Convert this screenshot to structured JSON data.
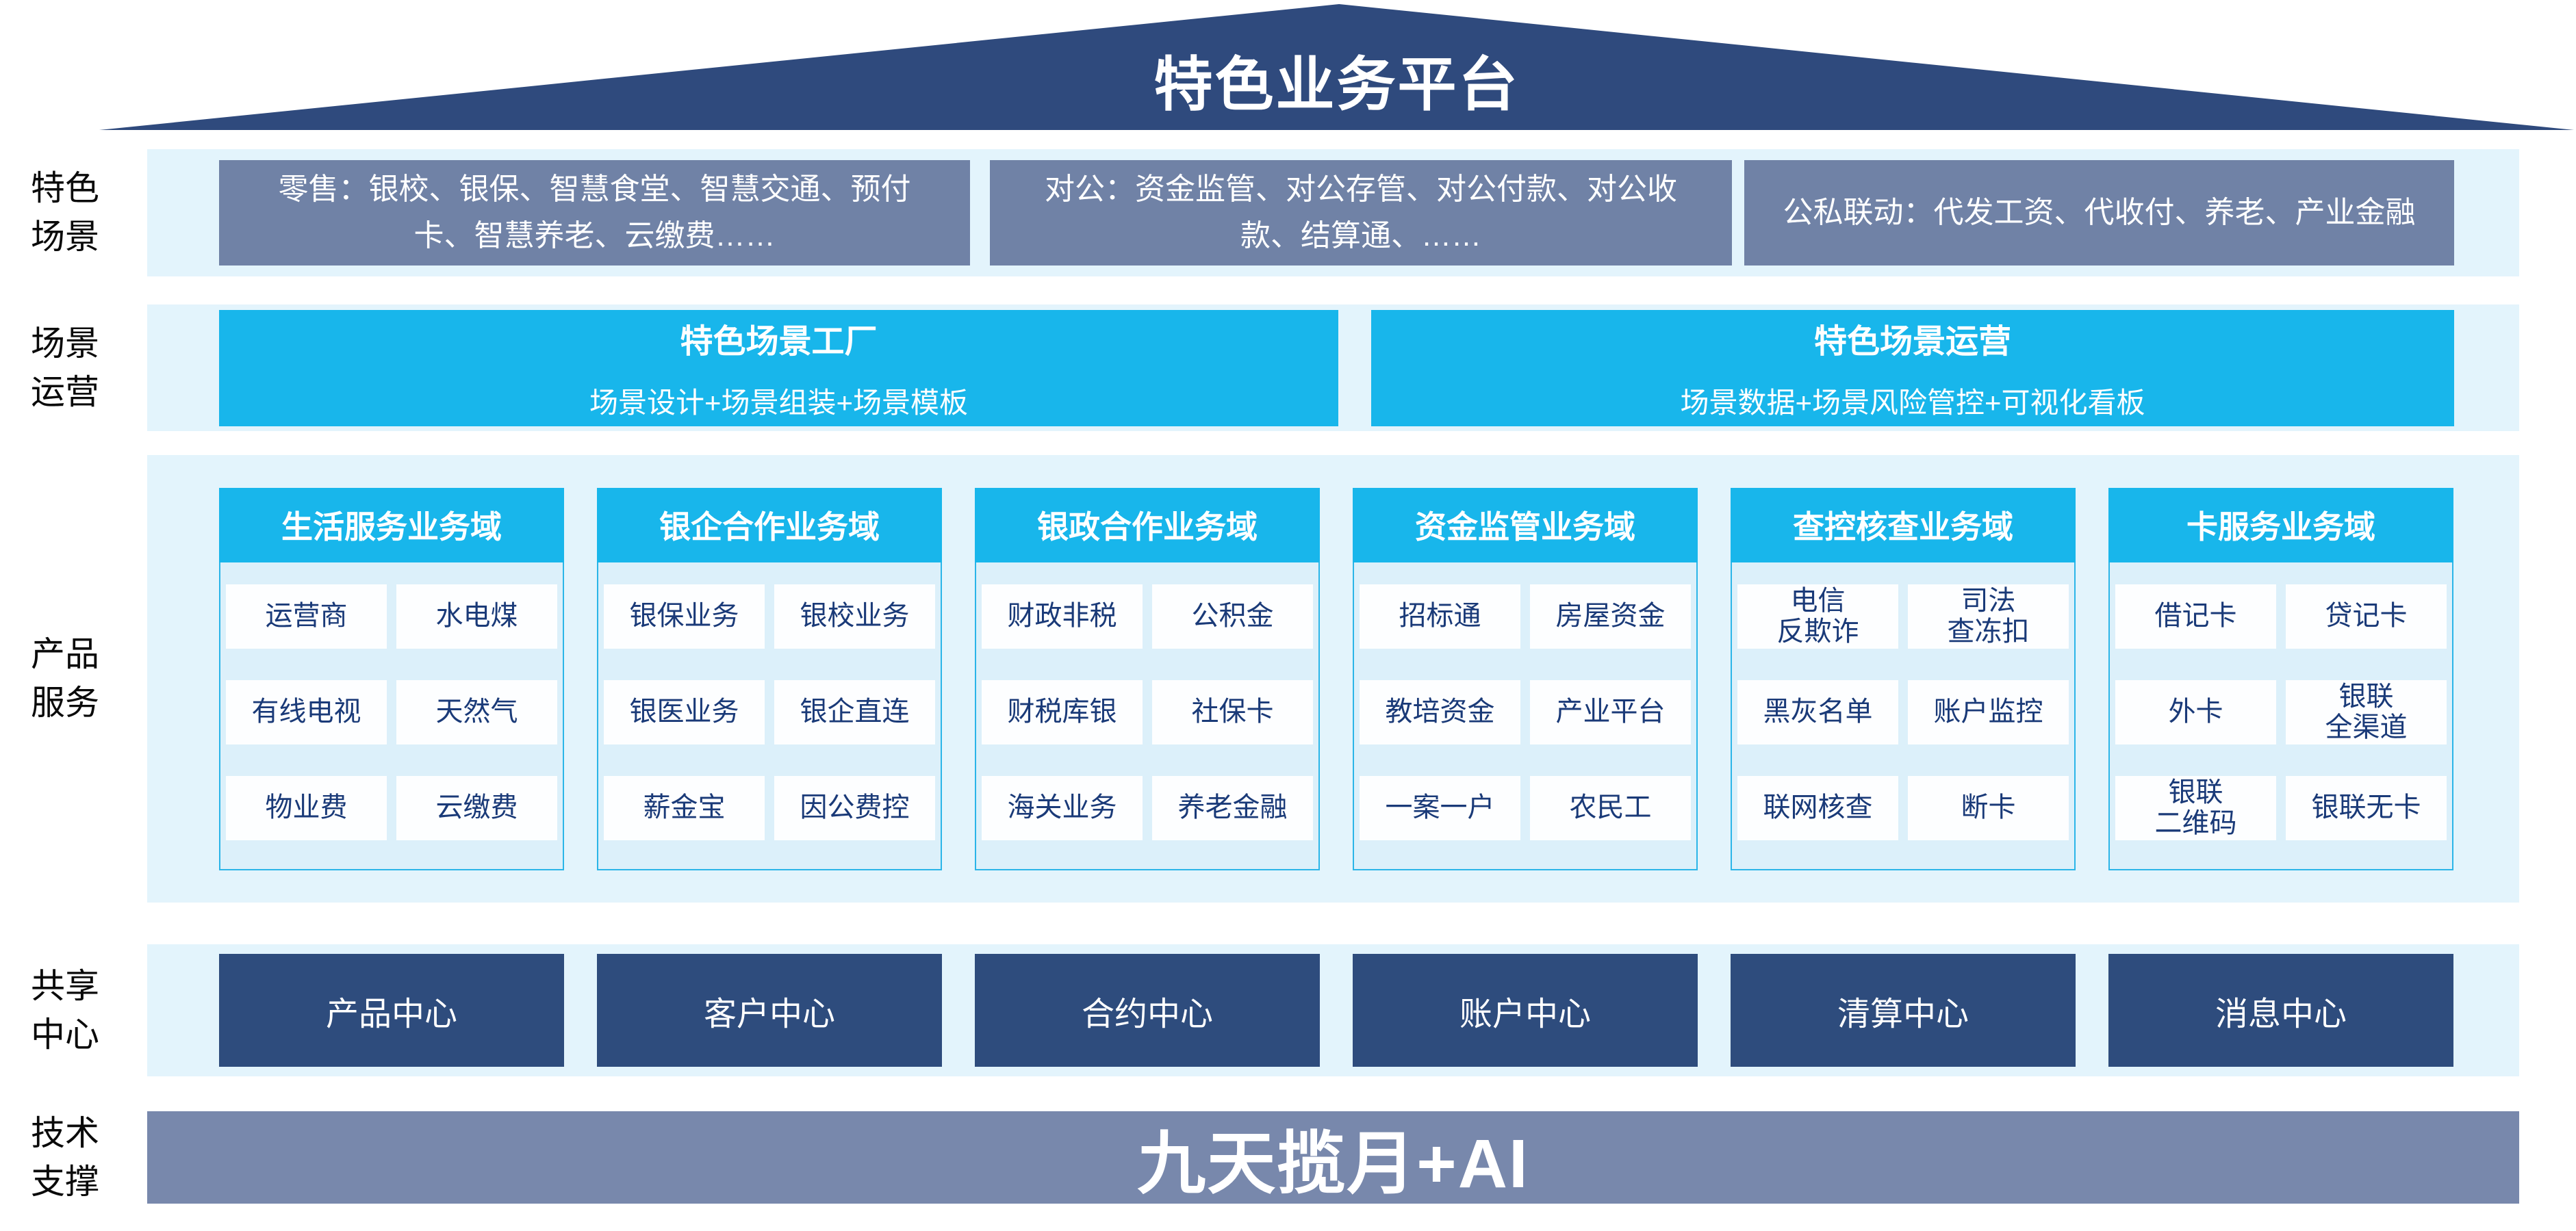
{
  "diagram": {
    "title": "特色业务平台",
    "rows": {
      "scene": {
        "label": "特色\n场景",
        "boxes": [
          "零售：银校、银保、智慧食堂、智慧交通、预付\n卡、智慧养老、云缴费……",
          "对公：资金监管、对公存管、对公付款、对公收\n款、结算通、……",
          "公私联动：代发工资、代收付、养老、产业金融"
        ]
      },
      "operation": {
        "label": "场景\n运营",
        "panels": [
          {
            "title": "特色场景工厂",
            "subtitle": "场景设计+场景组装+场景模板"
          },
          {
            "title": "特色场景运营",
            "subtitle": "场景数据+场景风险管控+可视化看板"
          }
        ]
      },
      "products": {
        "label": "产品\n服务",
        "domains": [
          {
            "header": "生活服务业务域",
            "items": [
              "运营商",
              "水电煤",
              "有线电视",
              "天然气",
              "物业费",
              "云缴费"
            ]
          },
          {
            "header": "银企合作业务域",
            "items": [
              "银保业务",
              "银校业务",
              "银医业务",
              "银企直连",
              "薪金宝",
              "因公费控"
            ]
          },
          {
            "header": "银政合作业务域",
            "items": [
              "财政非税",
              "公积金",
              "财税库银",
              "社保卡",
              "海关业务",
              "养老金融"
            ]
          },
          {
            "header": "资金监管业务域",
            "items": [
              "招标通",
              "房屋资金",
              "教培资金",
              "产业平台",
              "一案一户",
              "农民工"
            ]
          },
          {
            "header": "查控核查业务域",
            "items": [
              "电信\n反欺诈",
              "司法\n查冻扣",
              "黑灰名单",
              "账户监控",
              "联网核查",
              "断卡"
            ]
          },
          {
            "header": "卡服务业务域",
            "items": [
              "借记卡",
              "贷记卡",
              "外卡",
              "银联\n全渠道",
              "银联\n二维码",
              "银联无卡"
            ]
          }
        ]
      },
      "shared": {
        "label": "共享\n中心",
        "centers": [
          "产品中心",
          "客户中心",
          "合约中心",
          "账户中心",
          "清算中心",
          "消息中心"
        ]
      },
      "tech": {
        "label": "技术\n支撑",
        "banner": "九天揽月+AI"
      }
    },
    "colors": {
      "roof": "#2F4A7D",
      "scene_box": "#7082A6",
      "band": "#E3F4FC",
      "cyan": "#18B6EB",
      "domain_body": "#DCF0FA",
      "domain_border": "#2BB5E8",
      "item_text": "#1A3A78",
      "center_box": "#2E4C7D",
      "tech_bar": "#7888AC"
    }
  }
}
